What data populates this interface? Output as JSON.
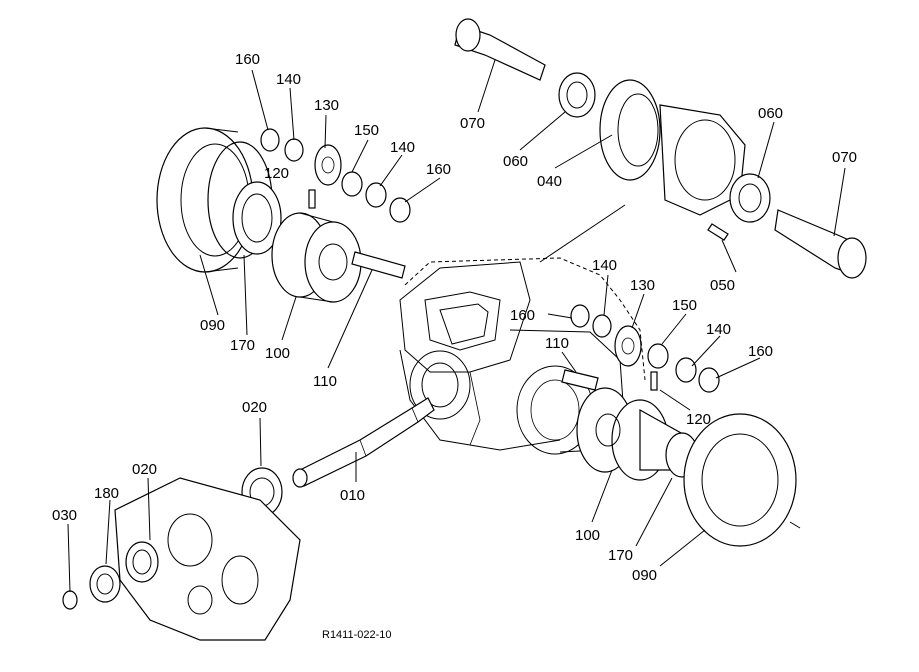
{
  "figure": {
    "reference_code": "R1411-022-10",
    "callouts": [
      {
        "id": "c160a",
        "text": "160"
      },
      {
        "id": "c140a",
        "text": "140"
      },
      {
        "id": "c130a",
        "text": "130"
      },
      {
        "id": "c150a",
        "text": "150"
      },
      {
        "id": "c140b",
        "text": "140"
      },
      {
        "id": "c160b",
        "text": "160"
      },
      {
        "id": "c120a",
        "text": "120"
      },
      {
        "id": "c090a",
        "text": "090"
      },
      {
        "id": "c170a",
        "text": "170"
      },
      {
        "id": "c100a",
        "text": "100"
      },
      {
        "id": "c110a",
        "text": "110"
      },
      {
        "id": "c070a",
        "text": "070"
      },
      {
        "id": "c060a",
        "text": "060"
      },
      {
        "id": "c040",
        "text": "040"
      },
      {
        "id": "c060b",
        "text": "060"
      },
      {
        "id": "c070b",
        "text": "070"
      },
      {
        "id": "c050",
        "text": "050"
      },
      {
        "id": "c140c",
        "text": "140"
      },
      {
        "id": "c130b",
        "text": "130"
      },
      {
        "id": "c160c",
        "text": "160"
      },
      {
        "id": "c150b",
        "text": "150"
      },
      {
        "id": "c140d",
        "text": "140"
      },
      {
        "id": "c160d",
        "text": "160"
      },
      {
        "id": "c110b",
        "text": "110"
      },
      {
        "id": "c120b",
        "text": "120"
      },
      {
        "id": "c020a",
        "text": "020"
      },
      {
        "id": "c010",
        "text": "010"
      },
      {
        "id": "c020b",
        "text": "020"
      },
      {
        "id": "c180",
        "text": "180"
      },
      {
        "id": "c030",
        "text": "030"
      },
      {
        "id": "c100b",
        "text": "100"
      },
      {
        "id": "c170b",
        "text": "170"
      },
      {
        "id": "c090b",
        "text": "090"
      }
    ]
  }
}
